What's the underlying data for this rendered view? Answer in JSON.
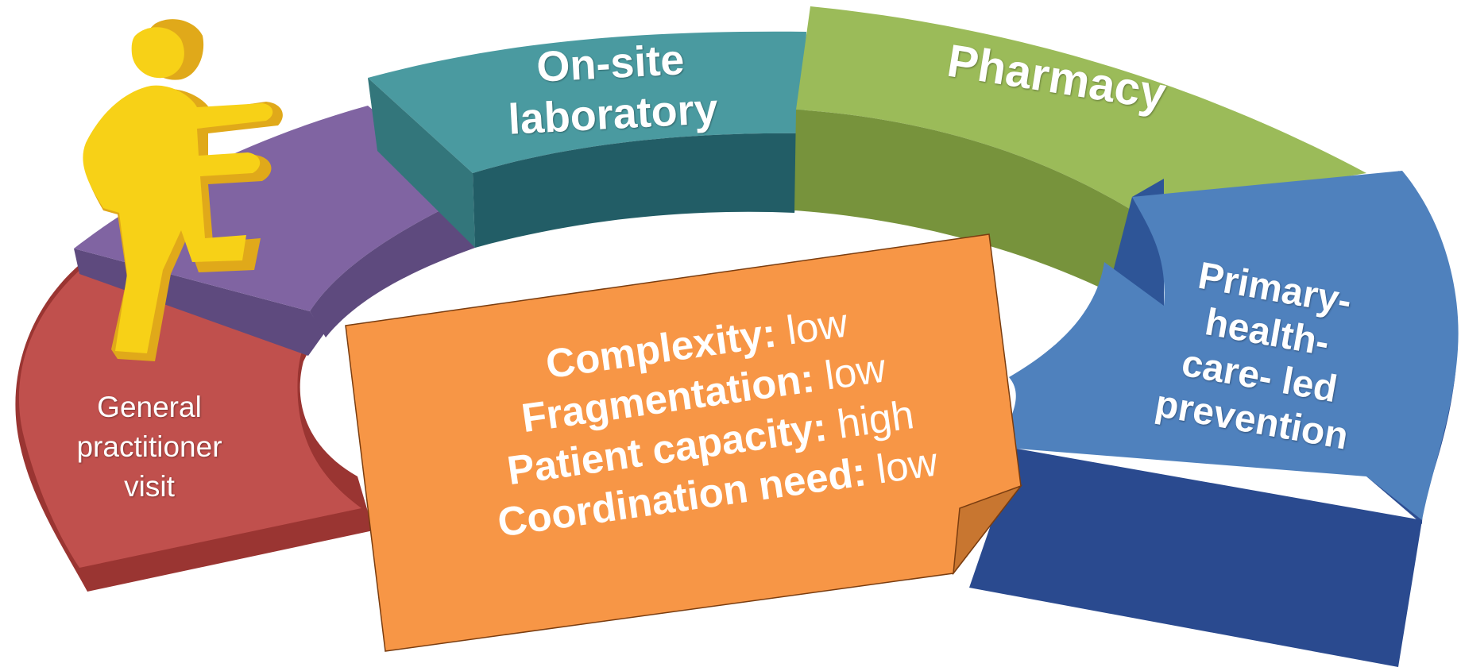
{
  "steps": [
    {
      "label_lines": [
        "General",
        "practitioner",
        "visit"
      ],
      "color": "#c0504d"
    },
    {
      "label_lines": [],
      "color": "#8064a2"
    },
    {
      "label_lines": [
        "On-site",
        "laboratory"
      ],
      "color": "#4a9aa0"
    },
    {
      "label_lines": [
        "Pharmacy"
      ],
      "color": "#9bbb59"
    },
    {
      "label_lines": [
        "Primary-",
        "health-",
        "care- led",
        "prevention"
      ],
      "color": "#4f81bd"
    }
  ],
  "note": {
    "color": "#f79646",
    "rows": [
      {
        "key": "Complexity:",
        "value": "low"
      },
      {
        "key": "Fragmentation:",
        "value": "low"
      },
      {
        "key": "Patient capacity:",
        "value": "high"
      },
      {
        "key": "Coordination need:",
        "value": "low"
      }
    ]
  },
  "figure": {
    "color": "#f7d117",
    "shade": "#e0a91a",
    "icon": "person-climbing-icon"
  }
}
